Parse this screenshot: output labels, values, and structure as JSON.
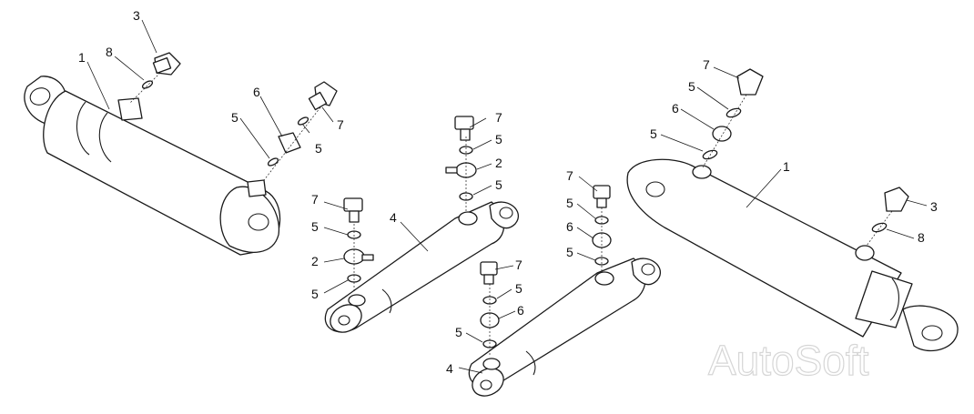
{
  "watermark": "AutoSoft",
  "callouts": {
    "a1_3": "3",
    "a1_8": "8",
    "a1_1": "1",
    "a1_6": "6",
    "a1_5a": "5",
    "a1_5b": "5",
    "a1_7": "7",
    "b_7a": "7",
    "b_5a": "5",
    "b_2a": "2",
    "b_5b": "5",
    "b_4": "4",
    "b_7b": "7",
    "b_5c": "5",
    "b_2b": "2",
    "b_5d": "5",
    "c_7a": "7",
    "c_5a": "5",
    "c_6a": "6",
    "c_5b": "5",
    "c_7b": "7",
    "c_5c": "5",
    "c_6b": "6",
    "c_5d": "5",
    "c_4": "4",
    "d_7": "7",
    "d_5a": "5",
    "d_6": "6",
    "d_5b": "5",
    "d_1": "1",
    "d_3": "3",
    "d_8": "8"
  }
}
